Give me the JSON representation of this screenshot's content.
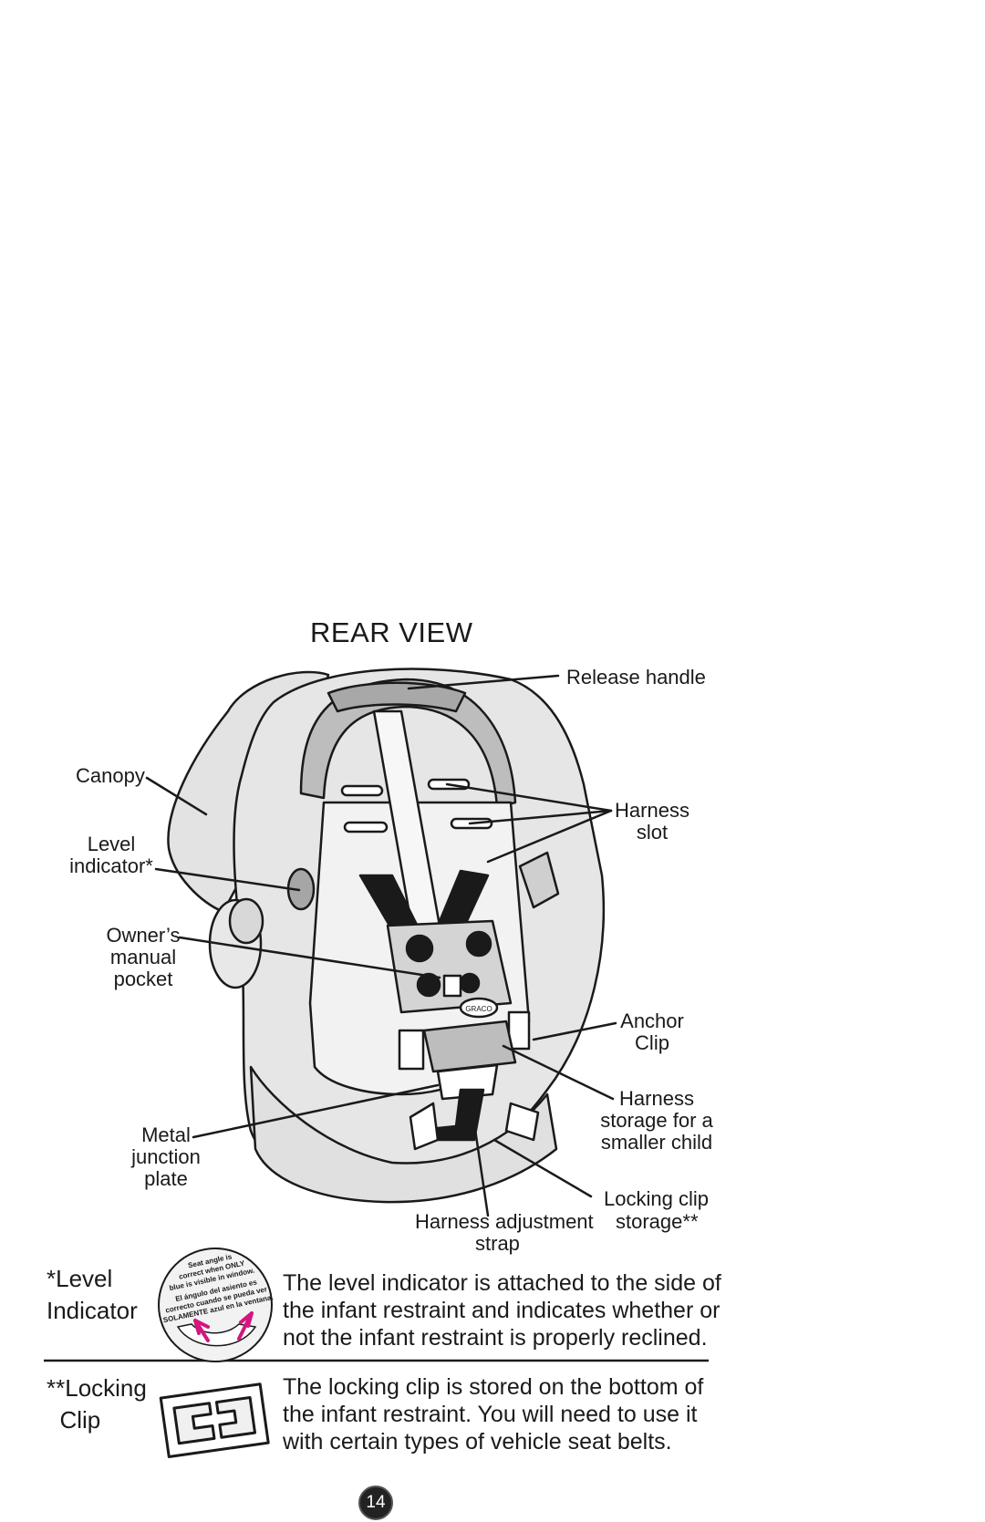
{
  "heading": "REAR VIEW",
  "labels": {
    "release_handle": "Release handle",
    "canopy": "Canopy",
    "harness_slot": "Harness\nslot",
    "level_indicator": "Level\nindicator*",
    "owners_manual_pocket": "Owner’s\nmanual\npocket",
    "anchor_clip": "Anchor\nClip",
    "harness_storage": "Harness\nstorage for a\nsmaller child",
    "metal_junction_plate": "Metal\njunction\nplate",
    "locking_clip_storage": "Locking clip",
    "harness_adjustment": "Harness adjustment",
    "storage_suffix": "storage**",
    "strap": "strap"
  },
  "level_indicator_note": {
    "term": "*Level\nIndicator",
    "sticker_text": [
      "Seat angle is",
      "correct when ONLY",
      "blue is visible in window.",
      "El ángulo del asiento es",
      "correcto cuando se pueda ver",
      "SOLAMENTE azul en la ventana."
    ],
    "text": "The level indicator is attached to the side of\nthe infant restraint and indicates whether or\nnot the infant restraint is properly reclined."
  },
  "locking_clip_note": {
    "term": "**Locking\n  Clip",
    "text": "The locking clip is stored on the bottom of\nthe infant restraint. You will need to use it\nwith certain types of vehicle seat belts."
  },
  "brand_mark": "GRACO",
  "page_number": "14",
  "colors": {
    "ink": "#1a1a1a",
    "seat_fill": "#e6e6e6",
    "handle_fill": "#bdbdbd",
    "sticker_arrow": "#d4157e"
  }
}
